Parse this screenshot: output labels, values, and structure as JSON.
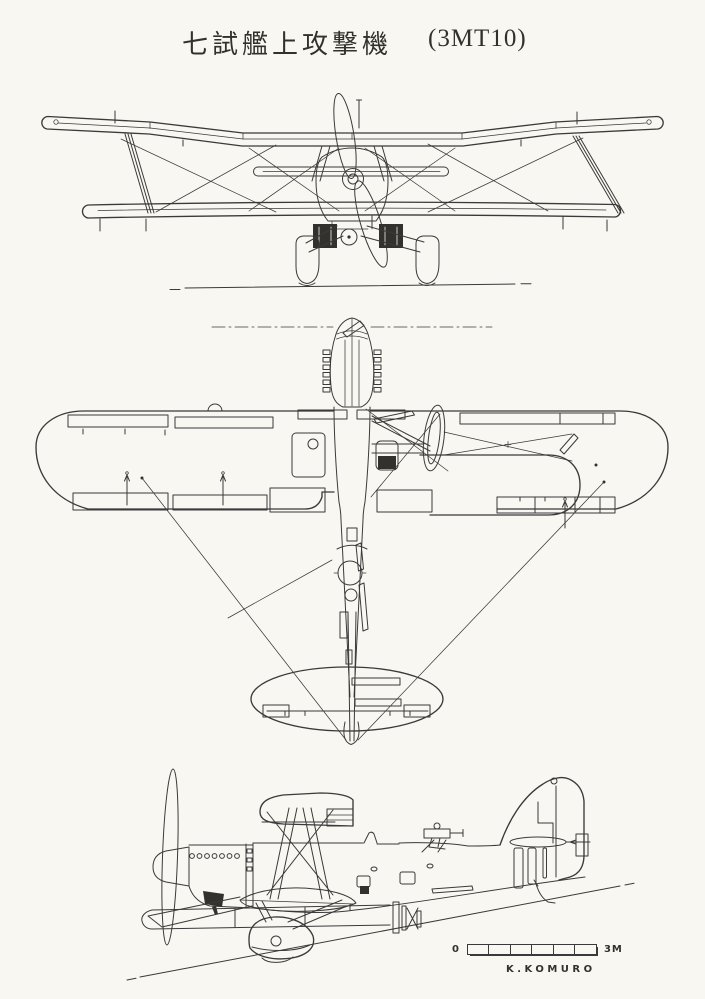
{
  "colors": {
    "paper": "#f9f7f1",
    "ink": "#3a3a3a"
  },
  "header": {
    "title_jp": "七試艦上攻撃機",
    "title_code": "(3MT10)"
  },
  "scale_bar": {
    "zero_label": "0",
    "max_label": "3M",
    "segments": 6
  },
  "signature": "K.KOMURO"
}
